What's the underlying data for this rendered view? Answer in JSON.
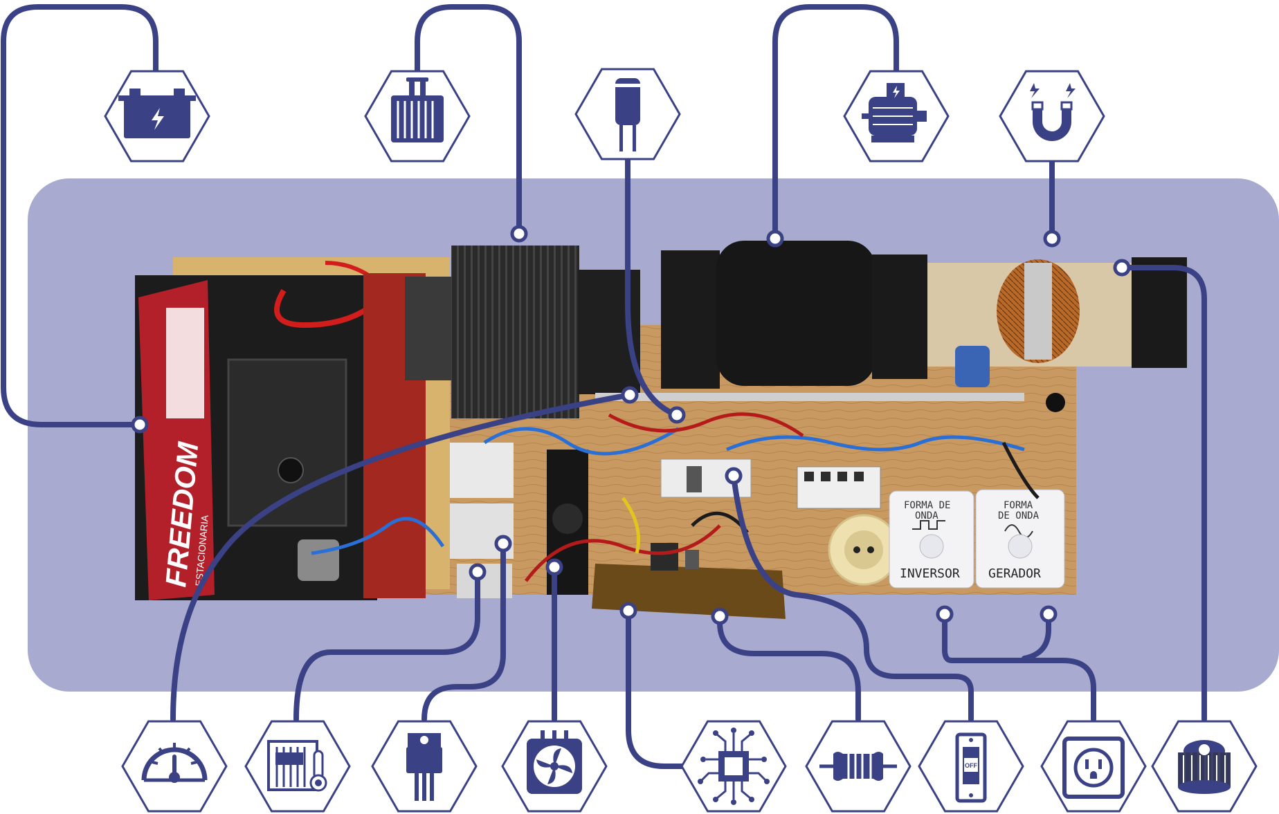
{
  "colors": {
    "line": "#3a4185",
    "background_panel": "#a9aad0",
    "hex_fill": "#ffffff",
    "board_wood": "#c89a62",
    "battery_red": "#b3202a",
    "battery_black": "#1c1c1c"
  },
  "photo_text": {
    "battery_brand": "FREEDOM",
    "battery_sub": "ESTACIONARIA",
    "socket_1_line1": "FORMA DE",
    "socket_1_line2": "ONDA",
    "socket_1_label": "INVERSOR",
    "socket_2_line1": "FORMA",
    "socket_2_line2": "DE ONDA",
    "socket_2_label": "GERADOR",
    "switch_label": "OFF"
  },
  "icons": [
    {
      "name": "battery-icon"
    },
    {
      "name": "transformer-icon"
    },
    {
      "name": "capacitor-icon"
    },
    {
      "name": "electric-motor-icon"
    },
    {
      "name": "magnet-icon"
    },
    {
      "name": "gauge-meter-icon"
    },
    {
      "name": "heatsink-temperature-icon"
    },
    {
      "name": "transistor-icon"
    },
    {
      "name": "cooling-fan-icon"
    },
    {
      "name": "microcontroller-chip-icon"
    },
    {
      "name": "resistor-icon"
    },
    {
      "name": "power-switch-icon"
    },
    {
      "name": "wall-outlet-icon"
    },
    {
      "name": "generator-coil-icon"
    }
  ]
}
